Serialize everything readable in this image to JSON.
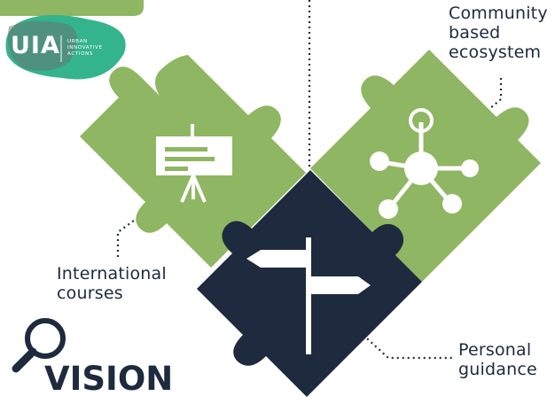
{
  "logo": {
    "abbr": "UIA",
    "line1": "URBAN",
    "line2": "INNOVATIVE",
    "line3": "ACTIONS"
  },
  "labels": {
    "community_l1": "Community",
    "community_l2": "based",
    "community_l3": "ecosystem",
    "international_l1": "International",
    "international_l2": "courses",
    "personal_l1": "Personal",
    "personal_l2": "guidance"
  },
  "vision": "VISION",
  "colors": {
    "green": "#8fb662",
    "navy": "#1e2a3e",
    "teal": "#33b48c",
    "white": "#ffffff"
  },
  "icons": [
    "presentation-board-icon",
    "network-hub-icon",
    "signpost-icon",
    "magnifier-icon"
  ]
}
